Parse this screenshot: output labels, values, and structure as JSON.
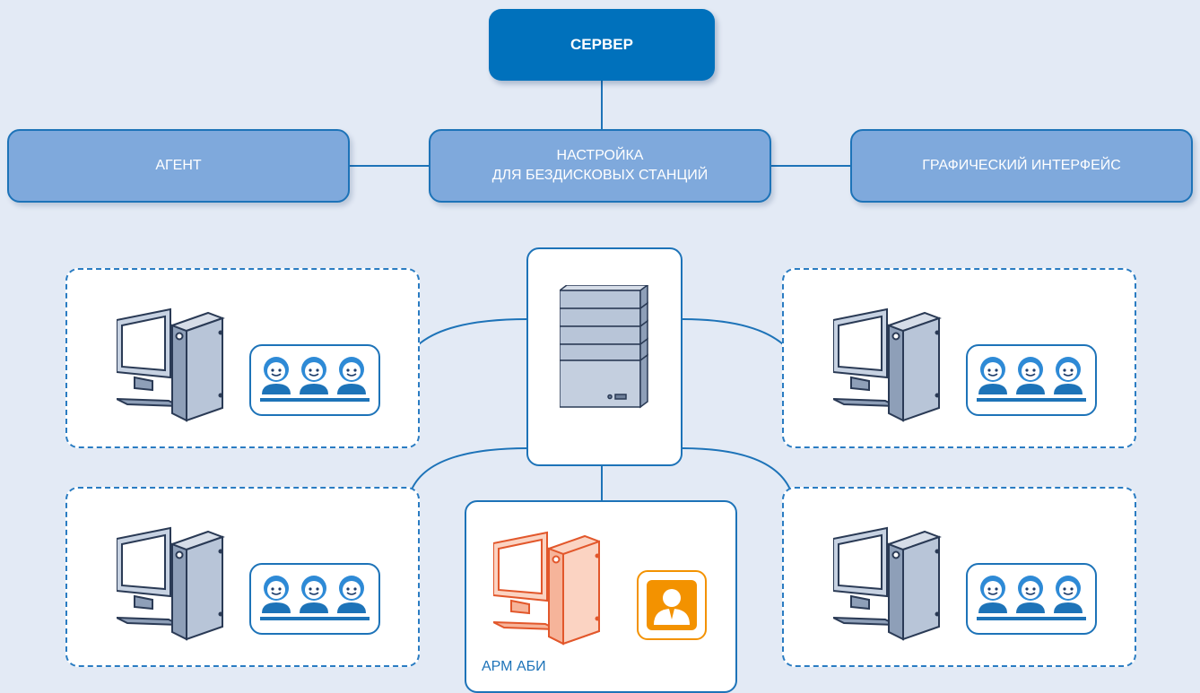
{
  "server": {
    "label": "СЕРВЕР"
  },
  "modules": {
    "agent": {
      "label": "АГЕНТ"
    },
    "diskless": {
      "line1": "НАСТРОЙКА",
      "line2": "ДЛЯ БЕЗДИСКОВЫХ СТАНЦИЙ"
    },
    "gui": {
      "label": "ГРАФИЧЕСКИЙ ИНТЕРФЕЙС"
    }
  },
  "arm": {
    "label": "АРМ АБИ"
  },
  "colors": {
    "background": "#e3eaf5",
    "server_fill": "#0071bc",
    "module_fill": "#7fa9dc",
    "accent_blue": "#1d73b8",
    "admin_orange": "#f39200"
  },
  "icons": {
    "workstation": "desktop-computer-icon",
    "users": "user-group-icon",
    "server": "server-tower-icon",
    "admin": "admin-user-icon"
  }
}
